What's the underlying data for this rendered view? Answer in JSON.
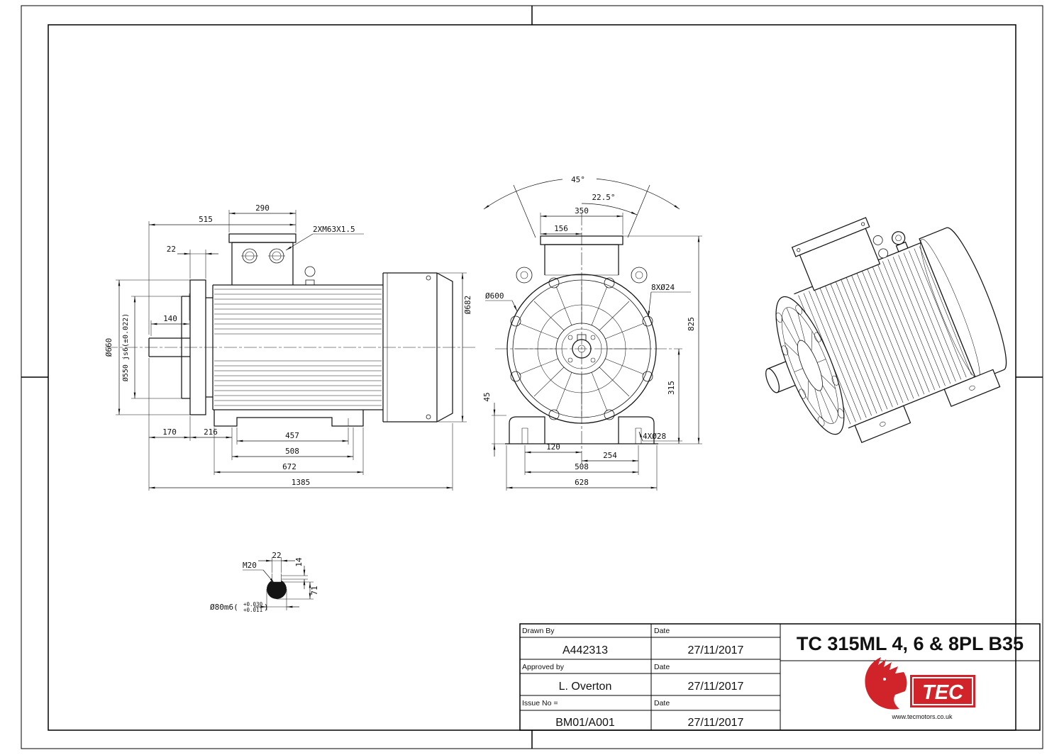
{
  "sheet": {
    "background": "#ffffff",
    "line_color": "#141414",
    "accent_red": "#d1232a"
  },
  "side_view": {
    "dim_290": "290",
    "dim_515": "515",
    "dim_22": "22",
    "gland_label": "2XM63X1.5",
    "dim_140": "140",
    "dia_660": "Ø660",
    "dia_550": "Ø550 js6(±0.022)",
    "dia_682": "Ø682",
    "dim_170": "170",
    "dim_216": "216",
    "dim_457": "457",
    "dim_508": "508",
    "dim_672": "672",
    "dim_1385": "1385"
  },
  "front_view": {
    "angle_45": "45°",
    "angle_225": "22.5°",
    "dim_350": "350",
    "dim_156": "156",
    "dia_600": "Ø600",
    "holes_8x24": "8XØ24",
    "dim_825": "825",
    "dim_315": "315",
    "dim_45": "45",
    "dim_120": "120",
    "dim_254": "254",
    "holes_4x28": "4XØ28",
    "dim_508": "508",
    "dim_628": "628"
  },
  "shaft_detail": {
    "dim_22": "22",
    "dim_14": "14",
    "thread": "M20",
    "dim_71": "71",
    "dia_prefix": "Ø80m6(",
    "tol_upper": "+0.030",
    "tol_lower": "+0.011",
    "dia_suffix": ")"
  },
  "title_block": {
    "drawn_by_label": "Drawn By",
    "date_label": "Date",
    "drawn_by_value": "A442313",
    "drawn_date": "27/11/2017",
    "approved_by_label": "Approved by",
    "approved_by_value": "L. Overton",
    "approved_date": "27/11/2017",
    "issue_label": "Issue No =",
    "issue_value": "BM01/A001",
    "issue_date": "27/11/2017",
    "drawing_title": "TC 315ML 4, 6 & 8PL B35",
    "logo": {
      "text": "TEC",
      "url": "www.tecmotors.co.uk"
    }
  }
}
